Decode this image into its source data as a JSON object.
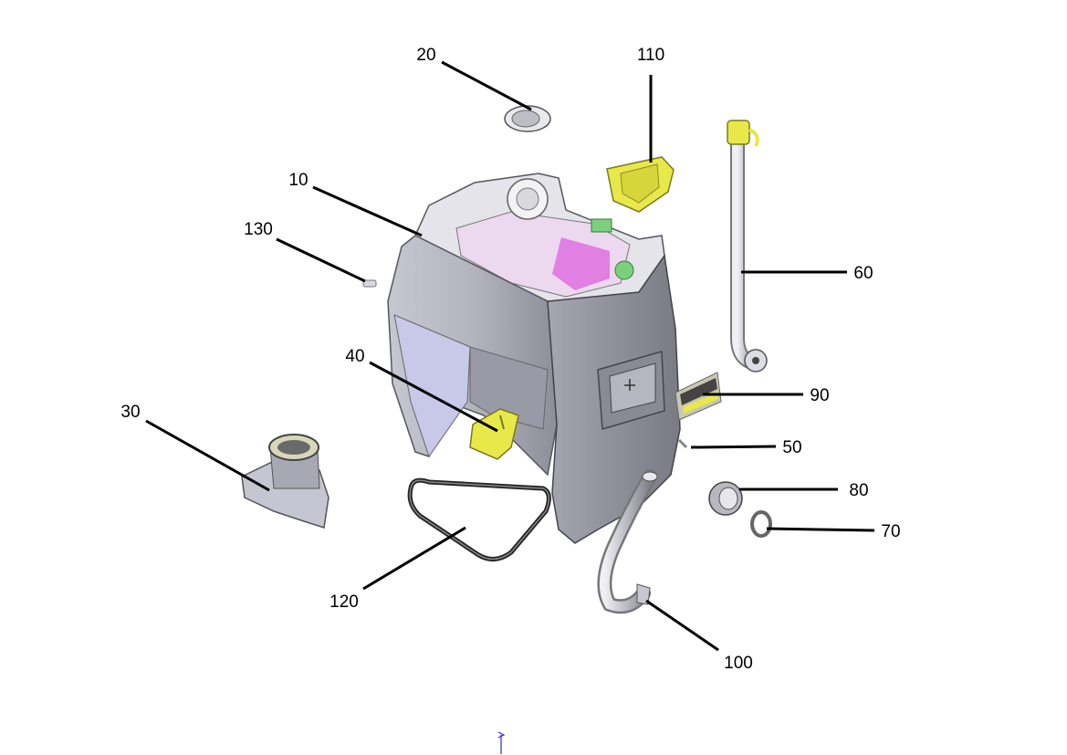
{
  "callouts": [
    {
      "id": "20",
      "label": "20"
    },
    {
      "id": "110",
      "label": "110"
    },
    {
      "id": "10",
      "label": "10"
    },
    {
      "id": "130",
      "label": "130"
    },
    {
      "id": "60",
      "label": "60"
    },
    {
      "id": "40",
      "label": "40"
    },
    {
      "id": "90",
      "label": "90"
    },
    {
      "id": "30",
      "label": "30"
    },
    {
      "id": "50",
      "label": "50"
    },
    {
      "id": "80",
      "label": "80"
    },
    {
      "id": "70",
      "label": "70"
    },
    {
      "id": "120",
      "label": "120"
    },
    {
      "id": "100",
      "label": "100"
    }
  ],
  "colors": {
    "housing": "#d4d4dc",
    "housing_dark": "#9a9aa4",
    "accent_yellow": "#e8e84a",
    "accent_magenta": "#e070e0",
    "accent_green": "#7cd07c",
    "leader": "#000000"
  }
}
